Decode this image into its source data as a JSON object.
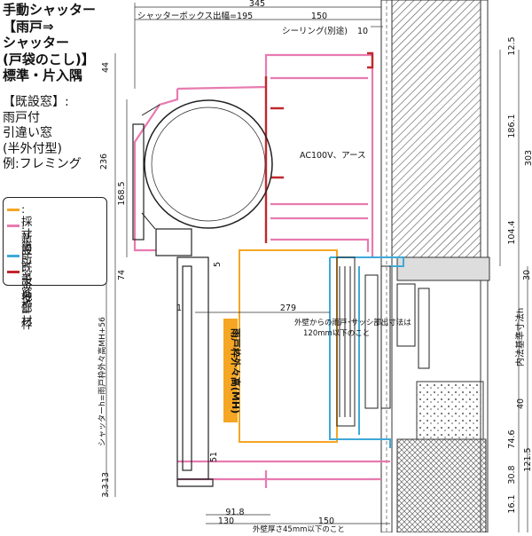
{
  "title": "手動シャッター\n【雨戸⇒\nシャッター\n(戸袋のこし)】\n標準・片入隅",
  "subtitle": "【既設窓】:\n雨戸付\n引違い窓\n(半外付型)\n例:フレミング",
  "legend": [
    {
      "label": ":採寸箇所",
      "color": "#f5a623"
    },
    {
      "label": ":新設\nシャッター枠",
      "color": "#e87ab0"
    },
    {
      "label": ":既設窓枠",
      "color": "#3fa9d8"
    },
    {
      "label": ":下地部材",
      "color": "#c0282d"
    }
  ],
  "dimensions": {
    "top_total": "345",
    "box_projection": "シャッターボックス出幅=195",
    "top_150": "150",
    "top_10": "10",
    "sealing": "シーリング(別途)",
    "ac_note": "AC100V、アース",
    "right_12_5": "12.5",
    "right_186_1": "186.1",
    "right_303": "303",
    "right_104_4": "104.4",
    "right_30": "30",
    "left_44": "44",
    "left_236": "236",
    "left_168_5": "168.5",
    "left_74": "74",
    "left_5": "5",
    "left_51": "51",
    "left_3_3": "3.3",
    "left_13": "13",
    "mid_279": "279",
    "mid_1": "1",
    "outer_note": "外壁からの雨戸･サッシ部出寸法は\n120mm以下のこと",
    "vertical_label": "雨戸枠外々高(MH)",
    "left_vertical": "シャッターh=雨戸枠外々高MH+56",
    "right_vertical": "内法基準寸法h",
    "right_40": "40",
    "right_74_6": "74.6",
    "right_121_5": "121.5",
    "right_30_8": "30.8",
    "right_16_1": "16.1",
    "bottom_91_8": "91.8",
    "bottom_130": "130",
    "bottom_150": "150",
    "bottom_note": "外壁厚さ45mm以下のこと"
  },
  "colors": {
    "orange": "#f5a623",
    "pink": "#e87ab0",
    "blue": "#3fa9d8",
    "red": "#c0282d"
  }
}
